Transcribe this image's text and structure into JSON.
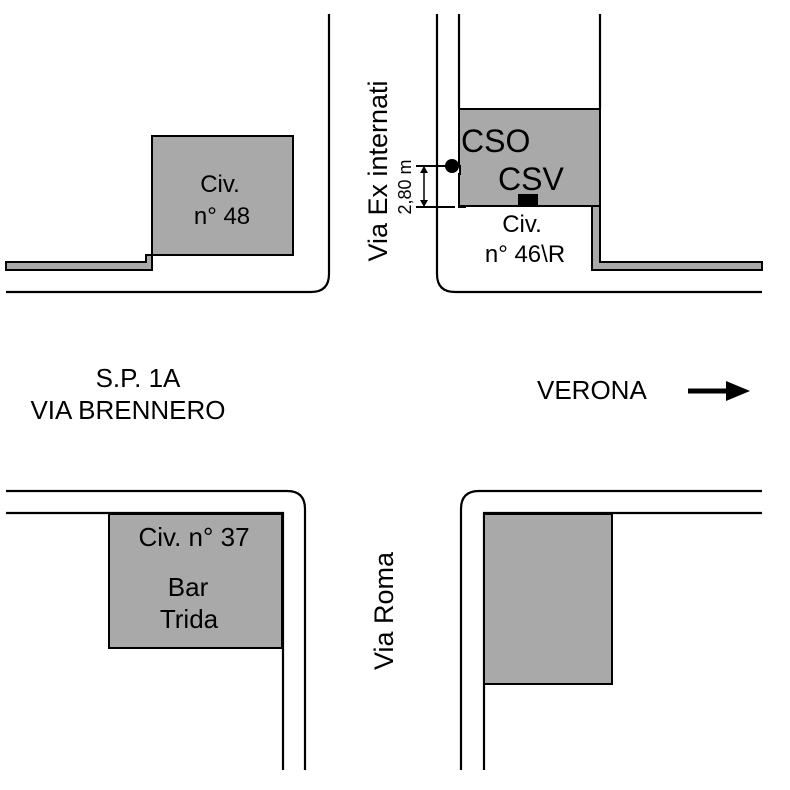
{
  "colors": {
    "building_fill": "#a9a9a9",
    "line": "#000000",
    "background": "#ffffff"
  },
  "labels": {
    "civ_48_line1": "Civ.",
    "civ_48_line2": "n° 48",
    "cso": "CSO",
    "csv": "CSV",
    "civ_46_line1": "Civ.",
    "civ_46_line2": "n° 46\\R",
    "via_ex_internati": "Via Ex internati",
    "dimension": "2,80 m",
    "sp_line1": "S.P. 1A",
    "sp_line2": "VIA BRENNERO",
    "verona": "VERONA",
    "civ_37": "Civ. n° 37",
    "bar_line1": "Bar",
    "bar_line2": "Trida",
    "via_roma": "Via Roma"
  },
  "icons": {
    "direction": "arrow-right-icon",
    "cso_marker": "filled-circle",
    "csv_marker": "filled-rectangle"
  }
}
